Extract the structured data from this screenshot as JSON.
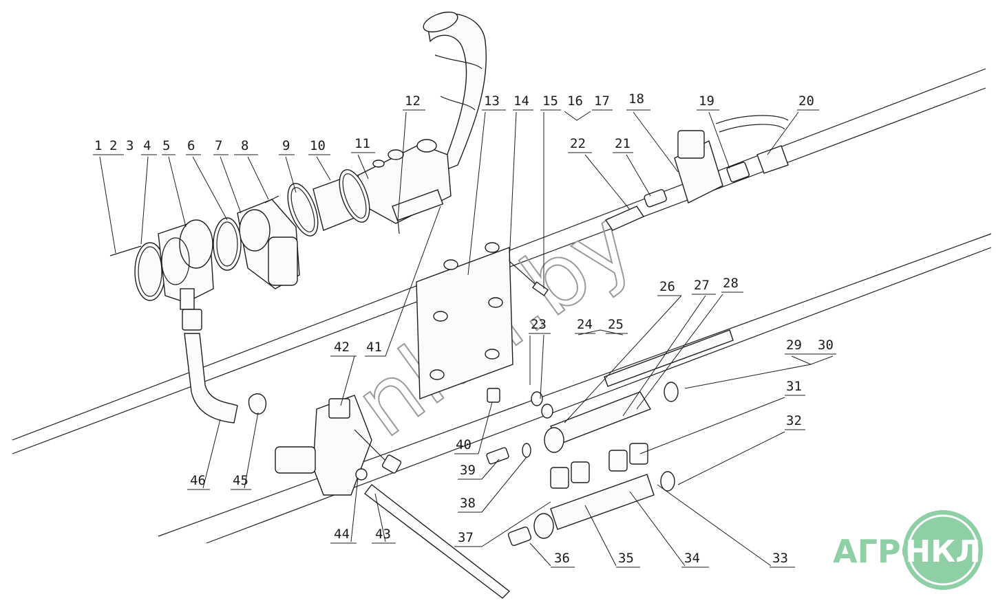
{
  "labels": [
    "1",
    "2",
    "3",
    "4",
    "5",
    "6",
    "7",
    "8",
    "9",
    "10",
    "11",
    "12",
    "13",
    "14",
    "15",
    "16",
    "17",
    "18",
    "19",
    "20",
    "21",
    "22",
    "23",
    "24",
    "25",
    "26",
    "27",
    "28",
    "29",
    "30",
    "31",
    "32",
    "33",
    "34",
    "35",
    "36",
    "37",
    "38",
    "39",
    "40",
    "41",
    "42",
    "43",
    "44",
    "45",
    "46"
  ],
  "watermark": "nkzl.by",
  "logo": {
    "text": "АГРО",
    "mark": "НКЛ",
    "color": "#8fcfa6"
  }
}
